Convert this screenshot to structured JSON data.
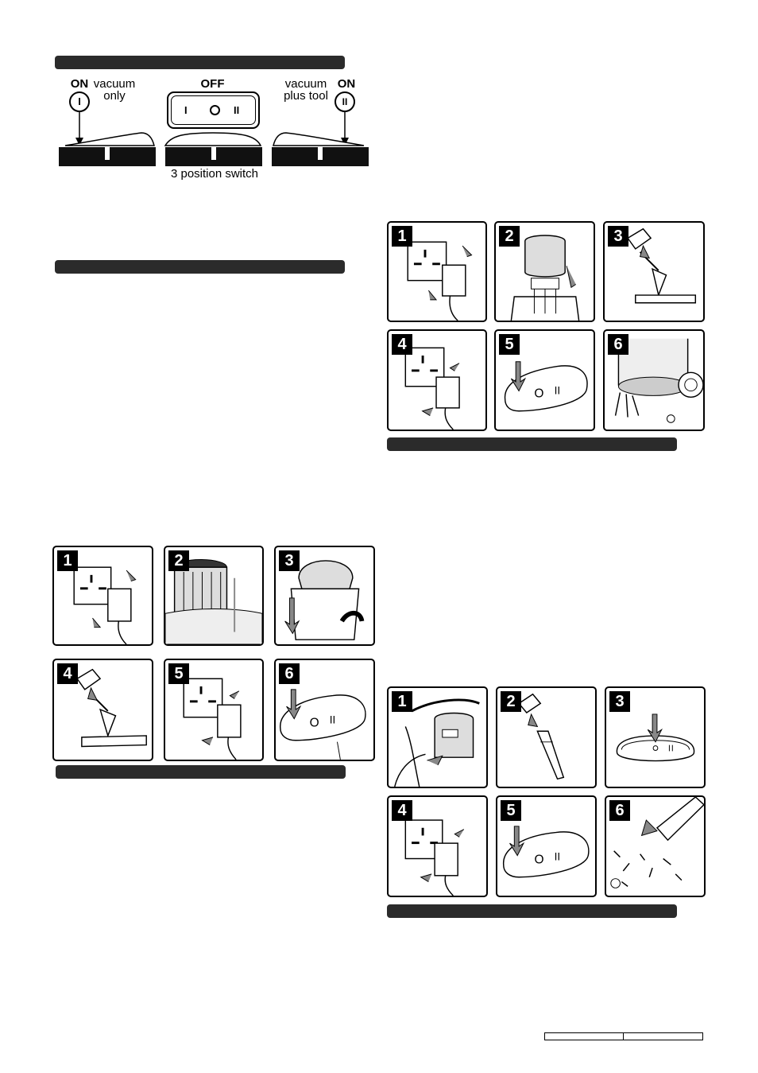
{
  "switch_diagram": {
    "on_left_label": "ON",
    "vacuum_only": "vacuum\nonly",
    "off_label": "OFF",
    "vacuum_plus_tool": "vacuum\nplus tool",
    "on_right_label": "ON",
    "symbol_one": "I",
    "symbol_off": "O",
    "symbol_two": "II",
    "caption": "3 position switch"
  },
  "step_numbers": [
    "1",
    "2",
    "3",
    "4",
    "5",
    "6"
  ]
}
